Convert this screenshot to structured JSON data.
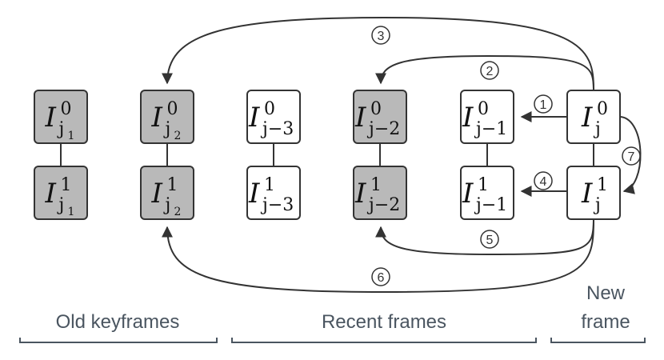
{
  "colors": {
    "keyframe_fill": "#b9b9b9",
    "frame_fill": "#ffffff",
    "stroke": "#333333",
    "arrow": "#333333",
    "group_text": "#4a5560",
    "group_rule": "#4a5560"
  },
  "nodes": [
    {
      "id": "kf1-cam0",
      "base": "I",
      "sup": "0",
      "sub": "j",
      "subsub": "1",
      "keyframe": true
    },
    {
      "id": "kf1-cam1",
      "base": "I",
      "sup": "1",
      "sub": "j",
      "subsub": "1",
      "keyframe": true
    },
    {
      "id": "kf2-cam0",
      "base": "I",
      "sup": "0",
      "sub": "j",
      "subsub": "2",
      "keyframe": true
    },
    {
      "id": "kf2-cam1",
      "base": "I",
      "sup": "1",
      "sub": "j",
      "subsub": "2",
      "keyframe": true
    },
    {
      "id": "jm3-cam0",
      "base": "I",
      "sup": "0",
      "sub": "j−3",
      "subsub": "",
      "keyframe": false
    },
    {
      "id": "jm3-cam1",
      "base": "I",
      "sup": "1",
      "sub": "j−3",
      "subsub": "",
      "keyframe": false
    },
    {
      "id": "jm2-cam0",
      "base": "I",
      "sup": "0",
      "sub": "j−2",
      "subsub": "",
      "keyframe": true
    },
    {
      "id": "jm2-cam1",
      "base": "I",
      "sup": "1",
      "sub": "j−2",
      "subsub": "",
      "keyframe": true
    },
    {
      "id": "jm1-cam0",
      "base": "I",
      "sup": "0",
      "sub": "j−1",
      "subsub": "",
      "keyframe": false
    },
    {
      "id": "jm1-cam1",
      "base": "I",
      "sup": "1",
      "sub": "j−1",
      "subsub": "",
      "keyframe": false
    },
    {
      "id": "j-cam0",
      "base": "I",
      "sup": "0",
      "sub": "j",
      "subsub": "",
      "keyframe": false
    },
    {
      "id": "j-cam1",
      "base": "I",
      "sup": "1",
      "sub": "j",
      "subsub": "",
      "keyframe": false
    }
  ],
  "steps": [
    {
      "id": "1",
      "label": "1"
    },
    {
      "id": "2",
      "label": "2"
    },
    {
      "id": "3",
      "label": "3"
    },
    {
      "id": "4",
      "label": "4"
    },
    {
      "id": "5",
      "label": "5"
    },
    {
      "id": "6",
      "label": "6"
    },
    {
      "id": "7",
      "label": "7"
    }
  ],
  "groups": {
    "old_keyframes": "Old keyframes",
    "recent_frames": "Recent frames",
    "new_frame_line1": "New",
    "new_frame_line2": "frame"
  }
}
